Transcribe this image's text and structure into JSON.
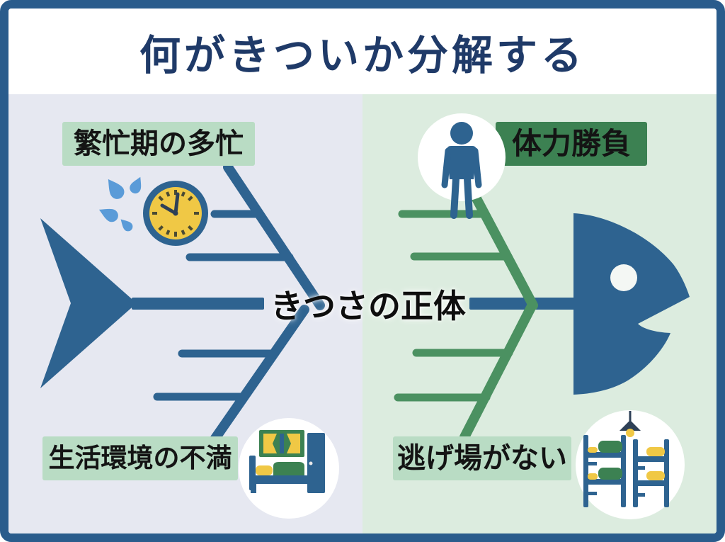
{
  "title": "何がきついか分解する",
  "diagram": {
    "type": "fishbone",
    "center_label": "きつさの正体",
    "branches": [
      {
        "side": "left",
        "position": "top",
        "label": "繁忙期の多忙",
        "icon": "clock-with-sweat-icon",
        "badge_style": "light-green"
      },
      {
        "side": "right",
        "position": "top",
        "label": "体力勝負",
        "icon": "person-icon",
        "badge_style": "dark-green"
      },
      {
        "side": "left",
        "position": "bottom",
        "label": "生活環境の不満",
        "icon": "bedroom-icon",
        "badge_style": "light-green"
      },
      {
        "side": "right",
        "position": "bottom",
        "label": "逃げ場がない",
        "icon": "bunk-bed-icon",
        "badge_style": "light-green"
      }
    ]
  },
  "colors": {
    "frame_border": "#2a5c8c",
    "bone_blue": "#2e6390",
    "bone_green": "#4b9161",
    "panel_left": "#e6e8f1",
    "panel_right": "#dcecdf",
    "badge_light_green": "#b9dcc4",
    "badge_dark_green": "#3c8152",
    "accent_yellow": "#f0c845",
    "sweat_blue": "#5a9bd8",
    "title_navy": "#1f3a68",
    "label_black": "#141414"
  }
}
